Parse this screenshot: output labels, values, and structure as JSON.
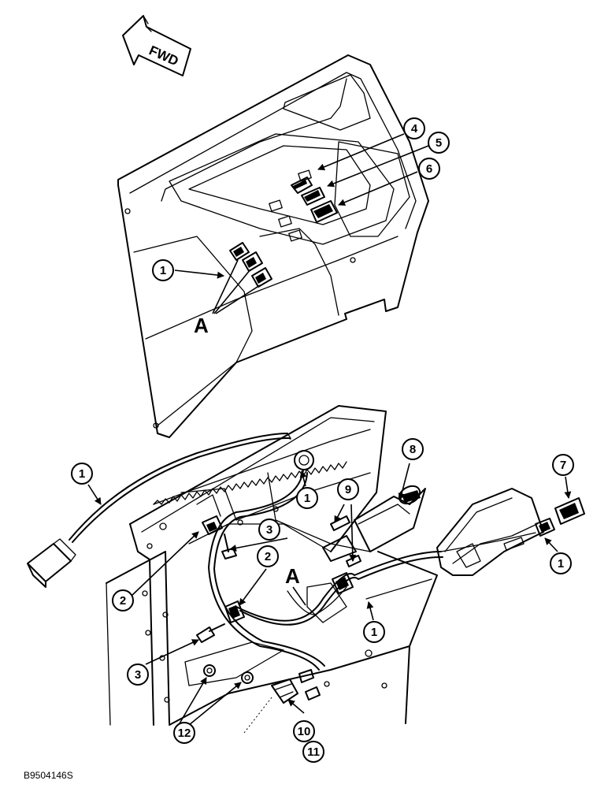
{
  "direction_arrow": {
    "label": "FWD"
  },
  "callouts": [
    "4",
    "5",
    "6",
    "1",
    "1",
    "8",
    "7",
    "9",
    "3",
    "1",
    "1",
    "2",
    "2",
    "3",
    "1",
    "3",
    "10",
    "11",
    "12"
  ],
  "section_labels": [
    "A",
    "A"
  ],
  "figure_code": "B9504146S"
}
